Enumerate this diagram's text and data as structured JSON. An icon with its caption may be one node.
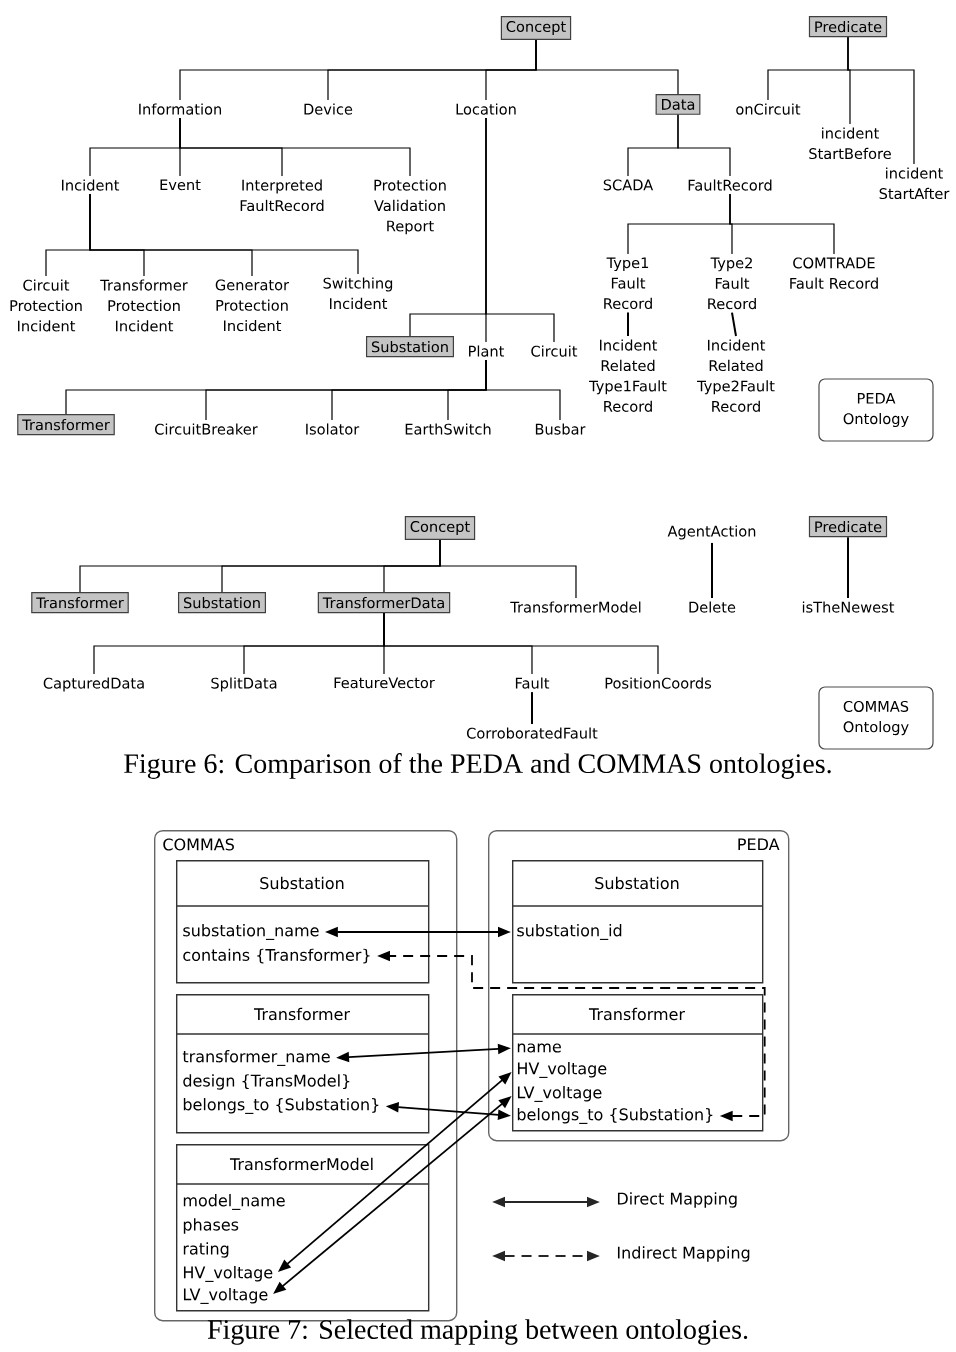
{
  "diagram": {
    "caption": "Figure 7: Selected mapping between ontologies.",
    "nodes": [
      {
        "text": [
          "Concept"
        ]
      },
      {
        "text": [
          "Predicate"
        ]
      },
      {
        "text": [
          "Information"
        ]
      },
      {
        "text": [
          "Device"
        ]
      },
      {
        "text": [
          "Location"
        ]
      },
      {
        "text": [
          "Data"
        ]
      },
      {
        "text": [
          "onCircuit"
        ]
      },
      {
        "text": [
          "incident StartBefore"
        ]
      },
      {
        "text": [
          "incident StartAfter"
        ]
      },
      {
        "text": [
          "Incident"
        ]
      },
      {
        "text": [
          "Event"
        ]
      },
      {
        "text": [
          "Interpreted FaultRecord"
        ]
      },
      {
        "text": [
          "Protection Validation Report"
        ]
      },
      {
        "text": [
          "SCADA"
        ]
      },
      {
        "text": [
          "FaultRecord"
        ]
      },
      {
        "text": [
          "Type1 Fault Record"
        ]
      },
      {
        "text": [
          "Type2 Fault Record"
        ]
      },
      {
        "text": [
          "COMTRADE Fault Record"
        ]
      },
      {
        "text": [
          "Circuit Protection Incident"
        ]
      },
      {
        "text": [
          "Transformer Protection Incident"
        ]
      },
      {
        "text": [
          "Generator Protection Incident"
        ]
      },
      {
        "text": [
          "Switching Incident"
        ]
      },
      {
        "text": [
          "Incident Related Type1Fault Record"
        ]
      },
      {
        "text": [
          "Incident Related Type2Fault Record"
        ]
      },
      {
        "text": [
          "Substation"
        ]
      },
      {
        "text": [
          "Plant"
        ]
      },
      {
        "text": [
          "Circuit"
        ]
      },
      {
        "text": [
          "PEDA Ontology"
        ]
      },
      {
        "text": [
          "Transformer"
        ]
      },
      {
        "text": [
          "CircuitBreaker"
        ]
      },
      {
        "text": [
          "Isolator"
        ]
      },
      {
        "text": [
          "EarthSwitch"
        ]
      },
      {
        "text": [
          "Busbar"
        ]
      },
      {
        "text": [
          "Concept"
        ]
      },
      {
        "text": [
          "AgentAction"
        ]
      },
      {
        "text": [
          "Predicate"
        ]
      },
      {
        "text": [
          "Transformer"
        ]
      },
      {
        "text": [
          "Substation"
        ]
      },
      {
        "text": [
          "TransformerData"
        ]
      },
      {
        "text": [
          "TransformerModel"
        ]
      },
      {
        "text": [
          "Delete"
        ]
      },
      {
        "text": [
          "isTheNewest"
        ]
      },
      {
        "text": [
          "CapturedData"
        ]
      },
      {
        "text": [
          "SplitData"
        ]
      },
      {
        "text": [
          "FeatureVector"
        ]
      },
      {
        "text": [
          "Fault"
        ]
      },
      {
        "text": [
          "PositionCoords"
        ]
      },
      {
        "text": [
          "COMMAS Ontology"
        ]
      },
      {
        "text": [
          "CorroboratedFault"
        ]
      },
      {
        "text": [
          "COMMAS"
        ]
      },
      {
        "text": [
          "PEDA"
        ]
      },
      {
        "text": [
          "Substation"
        ],
        "in": 49
      },
      {
        "text": [
          "substation_name"
        ],
        "in": 51
      },
      {
        "text": [
          "contains {Transformer}"
        ],
        "in": 51
      },
      {
        "text": [
          "Transformer"
        ],
        "in": 49
      },
      {
        "text": [
          "transformer_name"
        ],
        "in": 54
      },
      {
        "text": [
          "design {TransModel}"
        ],
        "in": 54
      },
      {
        "text": [
          "belongs_to {Substation}"
        ],
        "in": 54
      },
      {
        "text": [
          "TransformerModel"
        ],
        "in": 49
      },
      {
        "text": [
          "model_name"
        ],
        "in": 58
      },
      {
        "text": [
          "phases"
        ],
        "in": 58
      },
      {
        "text": [
          "rating"
        ],
        "in": 58
      },
      {
        "text": [
          "HV_voltage"
        ],
        "in": 58
      },
      {
        "text": [
          "LV_voltage"
        ],
        "in": 58
      },
      {
        "text": [
          "Substation"
        ],
        "in": 50
      },
      {
        "text": [
          "substation_id"
        ],
        "in": 64
      },
      {
        "text": [
          "Transformer"
        ],
        "in": 50
      },
      {
        "text": [
          "name"
        ],
        "in": 66
      },
      {
        "text": [
          "HV_voltage"
        ],
        "in": 66
      },
      {
        "text": [
          "LV_voltage"
        ],
        "in": 66
      },
      {
        "text": [
          "belongs_to {Substation}"
        ],
        "in": 66
      }
    ],
    "edges": [
      {
        "from": 0,
        "to": 2,
        "arrow": "none"
      },
      {
        "from": 0,
        "to": 3,
        "arrow": "none"
      },
      {
        "from": 0,
        "to": 4,
        "arrow": "none"
      },
      {
        "from": 0,
        "to": 5,
        "arrow": "none"
      },
      {
        "from": 1,
        "to": 6,
        "arrow": "none"
      },
      {
        "from": 1,
        "to": 7,
        "arrow": "none"
      },
      {
        "from": 1,
        "to": 8,
        "arrow": "none"
      },
      {
        "from": 2,
        "to": 9,
        "arrow": "none"
      },
      {
        "from": 2,
        "to": 10,
        "arrow": "none"
      },
      {
        "from": 2,
        "to": 11,
        "arrow": "none"
      },
      {
        "from": 2,
        "to": 12,
        "arrow": "none"
      },
      {
        "from": 5,
        "to": 13,
        "arrow": "none"
      },
      {
        "from": 5,
        "to": 14,
        "arrow": "none"
      },
      {
        "from": 9,
        "to": 18,
        "arrow": "none"
      },
      {
        "from": 9,
        "to": 19,
        "arrow": "none"
      },
      {
        "from": 9,
        "to": 20,
        "arrow": "none"
      },
      {
        "from": 9,
        "to": 21,
        "arrow": "none"
      },
      {
        "from": 14,
        "to": 15,
        "arrow": "none"
      },
      {
        "from": 14,
        "to": 16,
        "arrow": "none"
      },
      {
        "from": 14,
        "to": 17,
        "arrow": "none"
      },
      {
        "from": 15,
        "to": 22,
        "arrow": "none"
      },
      {
        "from": 16,
        "to": 23,
        "arrow": "none"
      },
      {
        "from": 4,
        "to": 24,
        "arrow": "none"
      },
      {
        "from": 4,
        "to": 25,
        "arrow": "none"
      },
      {
        "from": 4,
        "to": 26,
        "arrow": "none"
      },
      {
        "from": 25,
        "to": 28,
        "arrow": "none"
      },
      {
        "from": 25,
        "to": 29,
        "arrow": "none"
      },
      {
        "from": 25,
        "to": 30,
        "arrow": "none"
      },
      {
        "from": 25,
        "to": 31,
        "arrow": "none"
      },
      {
        "from": 25,
        "to": 32,
        "arrow": "none"
      },
      {
        "from": 33,
        "to": 36,
        "arrow": "none"
      },
      {
        "from": 33,
        "to": 37,
        "arrow": "none"
      },
      {
        "from": 33,
        "to": 38,
        "arrow": "none"
      },
      {
        "from": 33,
        "to": 39,
        "arrow": "none"
      },
      {
        "from": 34,
        "to": 40,
        "arrow": "none"
      },
      {
        "from": 35,
        "to": 41,
        "arrow": "none"
      },
      {
        "from": 38,
        "to": 42,
        "arrow": "none"
      },
      {
        "from": 38,
        "to": 43,
        "arrow": "none"
      },
      {
        "from": 38,
        "to": 44,
        "arrow": "none"
      },
      {
        "from": 38,
        "to": 45,
        "arrow": "none"
      },
      {
        "from": 38,
        "to": 46,
        "arrow": "none"
      },
      {
        "from": 45,
        "to": 48,
        "arrow": "none"
      },
      {
        "from": 52,
        "to": 65,
        "arrow": "both"
      },
      {
        "from": 70,
        "to": 53,
        "arrow": "both",
        "style": "dashed"
      },
      {
        "from": 55,
        "to": 67,
        "arrow": "both"
      },
      {
        "from": 57,
        "to": 70,
        "arrow": "both"
      },
      {
        "from": 68,
        "to": 62,
        "arrow": "both"
      },
      {
        "from": 69,
        "to": 63,
        "arrow": "both"
      }
    ],
    "labels": [
      "Figure 6: Comparison of the PEDA and COMMAS ontologies."
    ],
    "legend": [
      {
        "text": "Direct Mapping"
      },
      {
        "text": "Indirect Mapping"
      }
    ]
  }
}
